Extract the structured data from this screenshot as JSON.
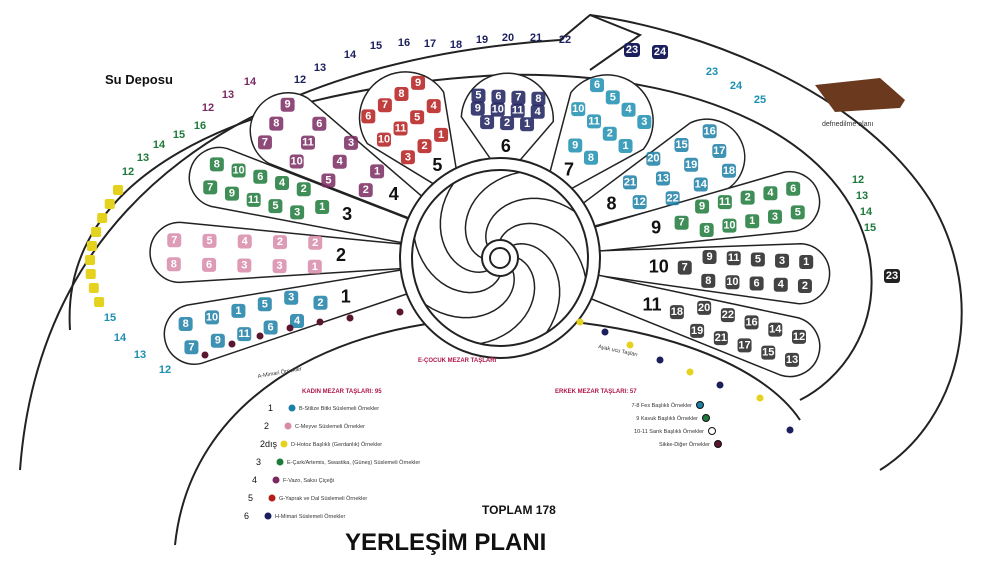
{
  "title": "YERLEŞİM PLANI",
  "total": "TOPLAM 178",
  "water_tank": "Su Deposu",
  "colors": {
    "c1": "#1c7fa6",
    "c2": "#d88aa8",
    "c2b": "#e5d21e",
    "c3": "#1e7a3a",
    "c4": "#7a2a62",
    "c5": "#b51c1c",
    "c6": "#1b1f5c",
    "c7": "#1c8fb0",
    "c8": "#1c7fa6",
    "c9": "#1e7a3a",
    "c10": "#222222",
    "c11": "#222222"
  },
  "petals": [
    {
      "label": "1",
      "color": "c1",
      "stones": [
        "7",
        "8",
        "9",
        "10",
        "11",
        "1",
        "6",
        "5",
        "4",
        "3",
        "2"
      ]
    },
    {
      "label": "2",
      "color": "c2",
      "stones": [
        "8",
        "7",
        "6",
        "5",
        "3",
        "4",
        "3",
        "2",
        "1",
        "2"
      ]
    },
    {
      "label": "3",
      "color": "c3",
      "stones": [
        "7",
        "8",
        "9",
        "10",
        "11",
        "6",
        "5",
        "4",
        "3",
        "2",
        "1"
      ]
    },
    {
      "label": "4",
      "color": "c4",
      "stones": [
        "7",
        "8",
        "9",
        "10",
        "11",
        "6",
        "5",
        "4",
        "3",
        "2",
        "1"
      ]
    },
    {
      "label": "5",
      "color": "c5",
      "stones": [
        "6",
        "7",
        "8",
        "9",
        "10",
        "11",
        "5",
        "4",
        "3",
        "2",
        "1"
      ]
    },
    {
      "label": "6",
      "color": "c6",
      "stones": [
        "5",
        "6",
        "7",
        "8",
        "9",
        "10",
        "11",
        "4",
        "3",
        "2",
        "1"
      ]
    },
    {
      "label": "7",
      "color": "c7",
      "stones": [
        "6",
        "5",
        "4",
        "3",
        "10",
        "11",
        "2",
        "1",
        "9",
        "8"
      ]
    },
    {
      "label": "8",
      "color": "c8",
      "stones": [
        "16",
        "17",
        "18",
        "15",
        "19",
        "14",
        "20",
        "13",
        "22",
        "21",
        "12"
      ]
    },
    {
      "label": "9",
      "color": "c9",
      "stones": [
        "6",
        "5",
        "4",
        "3",
        "2",
        "1",
        "11",
        "10",
        "9",
        "8",
        "7"
      ]
    },
    {
      "label": "10",
      "color": "c10",
      "stones": [
        "1",
        "2",
        "3",
        "4",
        "5",
        "6",
        "11",
        "10",
        "9",
        "8",
        "7"
      ]
    },
    {
      "label": "11",
      "color": "c11",
      "stones": [
        "12",
        "13",
        "14",
        "15",
        "16",
        "17",
        "22",
        "21",
        "20",
        "19",
        "18"
      ]
    }
  ],
  "ring": {
    "top": [
      "12",
      "13",
      "14",
      "15",
      "16",
      "17",
      "18",
      "19",
      "20",
      "21",
      "22"
    ],
    "top_right": [
      "23",
      "24"
    ],
    "right_teal": [
      "23",
      "24",
      "25"
    ],
    "right_green": [
      "12",
      "13",
      "14",
      "15"
    ],
    "left_purple": [
      "14",
      "13",
      "12"
    ],
    "left_green": [
      "16",
      "15",
      "14",
      "13",
      "12"
    ],
    "left_teal": [
      "15",
      "14",
      "13",
      "12"
    ],
    "far_right": [
      "23"
    ]
  },
  "legend_top": "E-ÇOCUK MEZAR TAŞLARI",
  "women": {
    "heading": "KADIN MEZAR TAŞLARI: 95",
    "items": [
      {
        "num": "1",
        "color": "#1c7fa6",
        "text": "B-Stilize Bitki Süslemeli Örnekler"
      },
      {
        "num": "2",
        "color": "#d88aa8",
        "text": "C-Meyve Süslemeli Örnekler"
      },
      {
        "num": "2dış",
        "color": "#e5d21e",
        "text": "D-Hotoz Başlıklı (Gerdanlık) Örnekler"
      },
      {
        "num": "3",
        "color": "#1e7a3a",
        "text": "E-Çark/Artemis, Swastika, (Güneş) Süslemeli Örnekler"
      },
      {
        "num": "4",
        "color": "#7a2a62",
        "text": "F-Vazo, Saksı Çiçeği"
      },
      {
        "num": "5",
        "color": "#b51c1c",
        "text": "G-Yaprak ve Dal Süslemeli Örnekler"
      },
      {
        "num": "6",
        "color": "#1b1f5c",
        "text": "H-Mimari Süslemeli Örnekler"
      }
    ]
  },
  "men": {
    "heading": "ERKEK MEZAR TAŞLARI: 57",
    "items": [
      {
        "color": "#1c7fa6",
        "text": "7-8 Fes Başlıklı Örnekler"
      },
      {
        "color": "#1e7a3a",
        "text": "9 Kavuk Başlıklı Örnekler"
      },
      {
        "color": "#ffffff",
        "text": "10-11 Sarık Başlıklı Örnekler"
      },
      {
        "color": "#5a1530",
        "text": "Sikke-Diğer Örnekler"
      }
    ]
  },
  "path_labels": {
    "left": "A-Mimari Örnekler",
    "right": "Ayak ucu Taşları"
  },
  "building": "defnedilme alanı"
}
